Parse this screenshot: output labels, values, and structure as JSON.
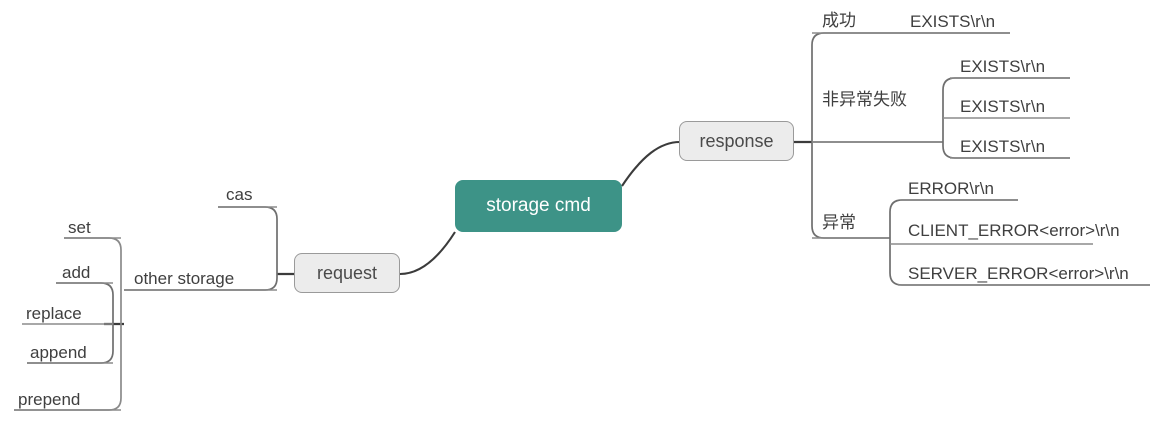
{
  "diagram": {
    "title": "storage cmd mind map",
    "colors": {
      "root_fill": "#3d9387",
      "root_text": "#ffffff",
      "branch_fill": "#ececec",
      "branch_border": "#9a9a9a",
      "branch_text": "#4a4a4a",
      "leaf_text": "#3f3f3f",
      "connector": "#3b3b3b",
      "underline": "#8c8c8c",
      "background": "#ffffff"
    },
    "root": {
      "label": "storage cmd"
    },
    "branches": [
      {
        "id": "request",
        "label": "request"
      },
      {
        "id": "response",
        "label": "response"
      }
    ],
    "request_children": [
      {
        "id": "cas",
        "label": "cas"
      },
      {
        "id": "other-storage",
        "label": "other storage"
      }
    ],
    "other_storage_children": [
      {
        "id": "set",
        "label": "set"
      },
      {
        "id": "add",
        "label": "add"
      },
      {
        "id": "replace",
        "label": "replace"
      },
      {
        "id": "append",
        "label": "append"
      },
      {
        "id": "prepend",
        "label": "prepend"
      }
    ],
    "response_children": [
      {
        "id": "success",
        "label": "成功"
      },
      {
        "id": "non-exception-failure",
        "label": "非异常失败"
      },
      {
        "id": "exception",
        "label": "异常"
      }
    ],
    "success_children": [
      {
        "id": "exists-1",
        "label": "EXISTS\\r\\n"
      }
    ],
    "non_exception_failure_children": [
      {
        "id": "exists-2",
        "label": "EXISTS\\r\\n"
      },
      {
        "id": "exists-3",
        "label": "EXISTS\\r\\n"
      },
      {
        "id": "exists-4",
        "label": "EXISTS\\r\\n"
      }
    ],
    "exception_children": [
      {
        "id": "error",
        "label": "ERROR\\r\\n"
      },
      {
        "id": "client-error",
        "label": "CLIENT_ERROR<error>\\r\\n"
      },
      {
        "id": "server-error",
        "label": "SERVER_ERROR<error>\\r\\n"
      }
    ]
  }
}
